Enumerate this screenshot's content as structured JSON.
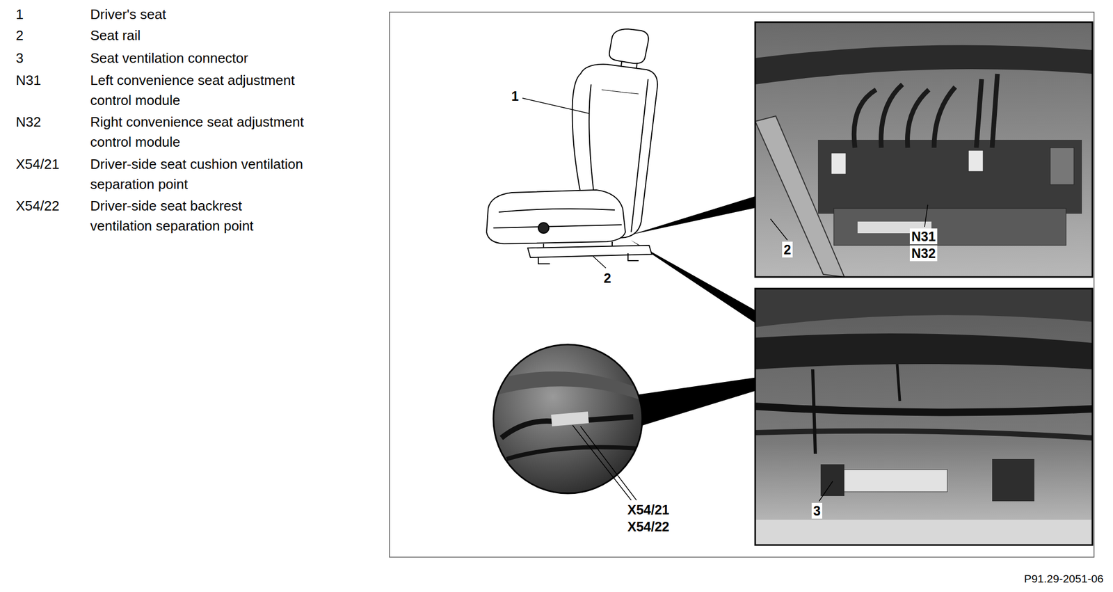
{
  "diagram": {
    "labels": [
      "1",
      "Driver's seat",
      "2",
      "Seat rail",
      "3",
      "Seat ventilation connector",
      "N31",
      "Left convenience seat adjustment control module",
      "N32",
      "Right convenience seat adjustment control module",
      "X54/21",
      "Driver-side seat cushion ventilation separation point",
      "X54/22",
      "Driver-side seat backrest ventilation separation point",
      "1",
      "2",
      "2",
      "N31",
      "N32",
      "X54/21",
      "X54/22",
      "3",
      "P91.29-2051-06"
    ]
  }
}
